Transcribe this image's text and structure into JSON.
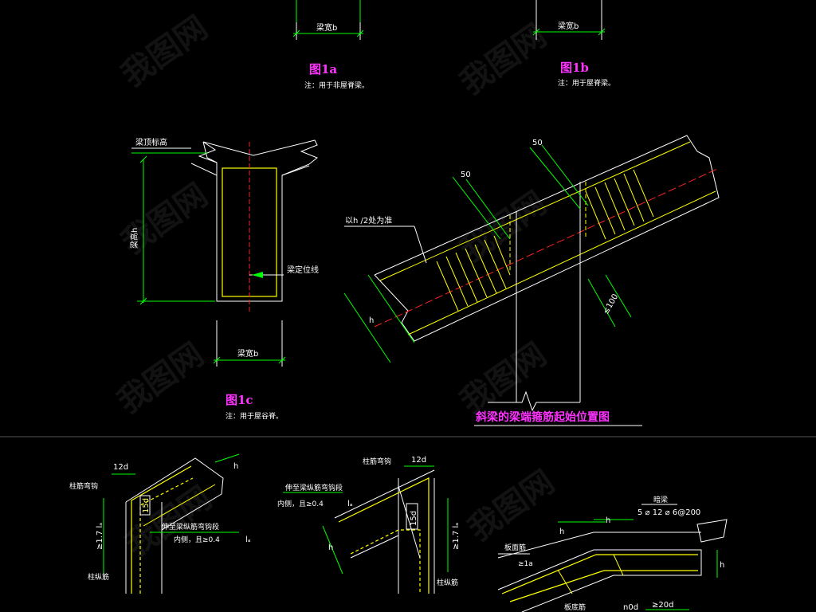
{
  "fig1a": {
    "width_label": "梁宽b",
    "caption": "图1a",
    "note": "注：用于非屋脊梁。"
  },
  "fig1b": {
    "width_label": "梁宽b",
    "caption": "图1b",
    "note": "注：用于屋脊梁。"
  },
  "fig1c": {
    "top_label": "梁顶标高",
    "height_label": "梁高h",
    "locate_label": "梁定位线",
    "width_label": "梁宽b",
    "caption": "图1c",
    "note": "注：用于屋谷脊。"
  },
  "sloped_beam": {
    "title": "斜梁的梁端箍筋起始位置图",
    "reference_label": "以h /2处为准",
    "dim_50_left": "50",
    "dim_50_right": "50",
    "dim_100": "≤100",
    "dim_h": "h"
  },
  "bottom_left": {
    "d12": "12d",
    "top_label": "柱筋弯钩",
    "height_dim": "≥1.7 lₐ",
    "d15": "15d",
    "h_label": "h",
    "anchor_label": "伸至梁纵筋弯钩段",
    "inner_label": "内侧，且≥0.4",
    "la_label": "lₐ",
    "bottom_label": "柱纵筋"
  },
  "bottom_mid": {
    "d12": "12d",
    "top_label": "柱筋弯钩",
    "anchor_label": "伸至梁纵筋弯钩段",
    "inner_label": "内侧，且≥0.4",
    "la_label": "lₐ",
    "d15": "15d",
    "height_dim": "≥1.7 lₐ",
    "h_label": "h",
    "bottom_label": "柱纵筋"
  },
  "bottom_right": {
    "hidden_beam": "暗梁",
    "rebar_spec": "5 ⌀ 12 ⌀ 6@200",
    "h1": "h",
    "h2": "h",
    "h3": "h",
    "slab_label": "板面筋",
    "bottom_label": "板底筋",
    "d20": "≥20d",
    "small_a": "≥1a",
    "small_b": "n0d"
  },
  "watermark": "我图网"
}
